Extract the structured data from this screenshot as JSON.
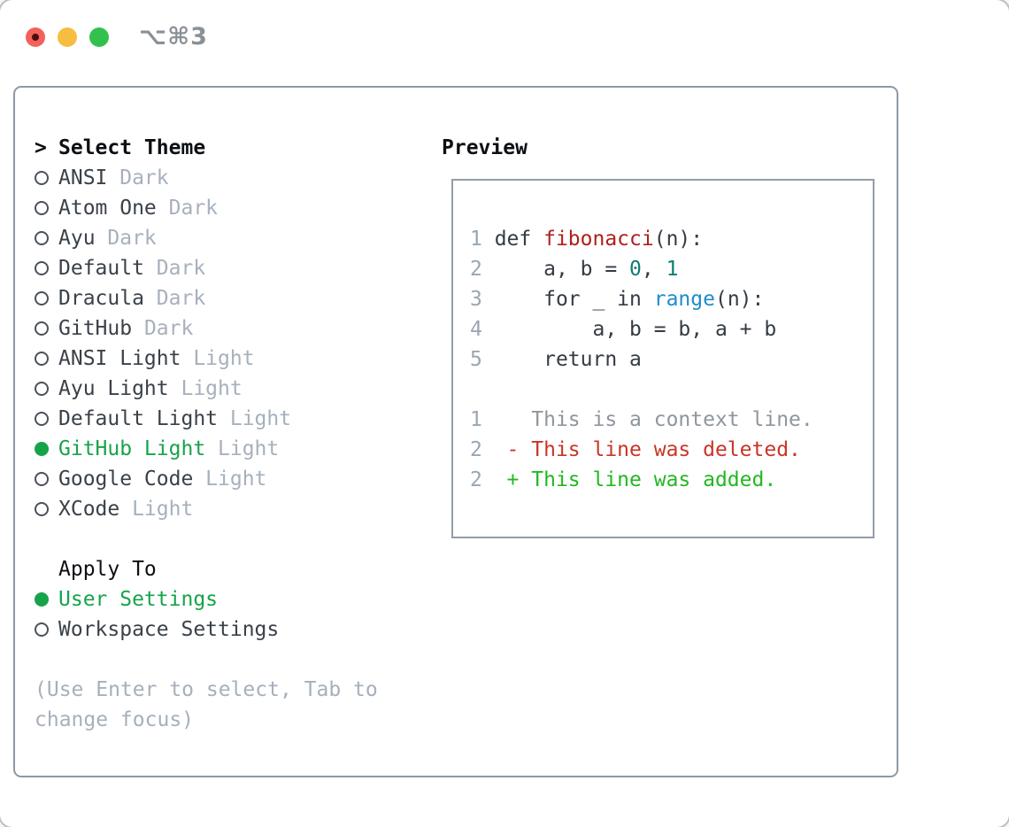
{
  "window": {
    "title": "⌥⌘3",
    "traffic_lights": [
      "close",
      "minimize",
      "zoom"
    ]
  },
  "theme_panel": {
    "header_marker": ">",
    "header_label": "Select Theme",
    "themes": [
      {
        "name": "ANSI",
        "variant": "Dark",
        "selected": false
      },
      {
        "name": "Atom One",
        "variant": "Dark",
        "selected": false
      },
      {
        "name": "Ayu",
        "variant": "Dark",
        "selected": false
      },
      {
        "name": "Default",
        "variant": "Dark",
        "selected": false
      },
      {
        "name": "Dracula",
        "variant": "Dark",
        "selected": false
      },
      {
        "name": "GitHub",
        "variant": "Dark",
        "selected": false
      },
      {
        "name": "ANSI Light",
        "variant": "Light",
        "selected": false
      },
      {
        "name": "Ayu Light",
        "variant": "Light",
        "selected": false
      },
      {
        "name": "Default Light",
        "variant": "Light",
        "selected": false
      },
      {
        "name": "GitHub Light",
        "variant": "Light",
        "selected": true
      },
      {
        "name": "Google Code",
        "variant": "Light",
        "selected": false
      },
      {
        "name": "XCode",
        "variant": "Light",
        "selected": false
      }
    ],
    "apply_to_label": "Apply To",
    "apply_to_options": [
      {
        "name": "User Settings",
        "selected": true
      },
      {
        "name": "Workspace Settings",
        "selected": false
      }
    ],
    "help_line1": "(Use Enter to select, Tab to",
    "help_line2": "change focus)"
  },
  "preview": {
    "title": "Preview",
    "code_lines": [
      {
        "num": "1",
        "tokens": [
          [
            "def ",
            "text"
          ],
          [
            "fibonacci",
            "func"
          ],
          [
            "(n):",
            "text"
          ]
        ]
      },
      {
        "num": "2",
        "tokens": [
          [
            "    a, b = ",
            "text"
          ],
          [
            "0",
            "num"
          ],
          [
            ", ",
            "text"
          ],
          [
            "1",
            "num"
          ]
        ]
      },
      {
        "num": "3",
        "tokens": [
          [
            "    for _ in ",
            "text"
          ],
          [
            "range",
            "builtin"
          ],
          [
            "(n):",
            "text"
          ]
        ]
      },
      {
        "num": "4",
        "tokens": [
          [
            "        a, b = b, a + b",
            "text"
          ]
        ]
      },
      {
        "num": "5",
        "tokens": [
          [
            "    return a",
            "text"
          ]
        ]
      },
      {
        "num": "",
        "tokens": []
      },
      {
        "num": "1",
        "tokens": [
          [
            "   This is a context line.",
            "ctx"
          ]
        ]
      },
      {
        "num": "2",
        "tokens": [
          [
            " - This line was deleted.",
            "del"
          ]
        ]
      },
      {
        "num": "2",
        "tokens": [
          [
            " + This line was added.",
            "add"
          ]
        ]
      }
    ]
  },
  "colors": {
    "selection_green": "#17a34a",
    "diff_added_green": "#22b822",
    "diff_deleted_red": "#c93526",
    "function_red": "#b01f1c",
    "builtin_blue": "#1f8ccc",
    "number_teal": "#107c74",
    "muted_gray": "#a7b0bd",
    "text_dark": "#3a4149",
    "border_gray": "#8e98a5",
    "traffic_red": "#f4615b",
    "traffic_yellow": "#f7bd40",
    "traffic_green": "#33c14e"
  }
}
